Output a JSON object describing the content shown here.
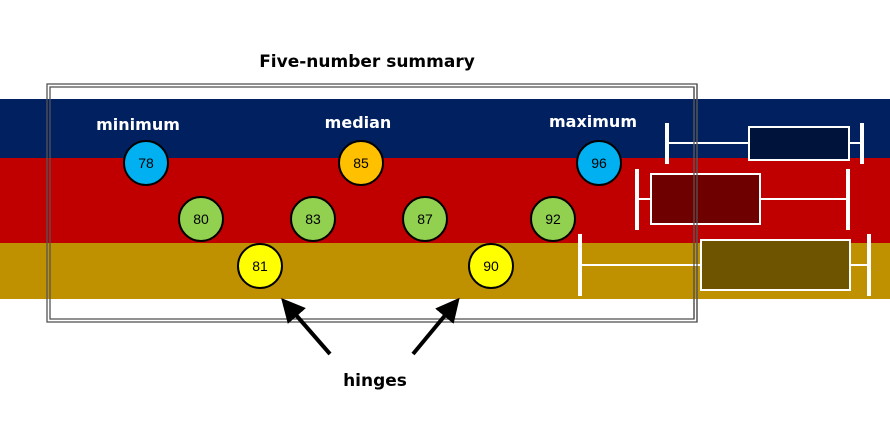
{
  "title": "Five-number summary",
  "annotation": "hinges",
  "colors": {
    "band_top": "#002060",
    "band_middle": "#C00000",
    "band_bottom": "#BF9000",
    "extreme_circle": "#00B0F0",
    "median_circle": "#FFC000",
    "value_circle": "#92D050",
    "hinge_circle": "#FFFF00",
    "box_top_fill": "#00133A",
    "box_middle_fill": "#6E0000",
    "box_bottom_fill": "#6E5300",
    "whisker": "#FFFFFF",
    "text_dark": "#000000",
    "text_light": "#FFFFFF"
  },
  "labels": {
    "minimum": "minimum",
    "median": "median",
    "maximum": "maximum"
  },
  "values": {
    "minimum": "78",
    "median": "85",
    "maximum": "96",
    "data_row": [
      "80",
      "83",
      "87",
      "92"
    ],
    "hinges": [
      "81",
      "90"
    ]
  },
  "box_plots": [
    {
      "band": "top",
      "description": "box plot with long left whisker"
    },
    {
      "band": "middle",
      "description": "box plot with long right whisker"
    },
    {
      "band": "bottom",
      "description": "box plot with long left whisker"
    }
  ]
}
